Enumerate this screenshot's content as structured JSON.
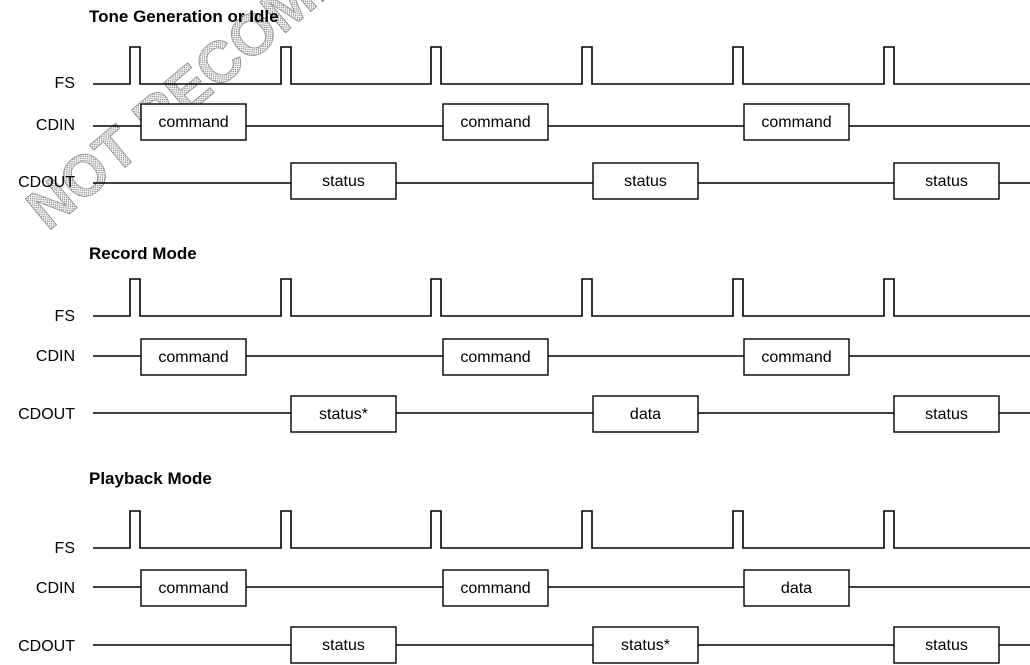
{
  "watermark": "NOT RECOMMENDED",
  "sections": [
    {
      "title": "Tone Generation or Idle",
      "signals": {
        "fs": {
          "label": "FS"
        },
        "cdin": {
          "label": "CDIN",
          "boxes": [
            "command",
            "command",
            "command"
          ]
        },
        "cdout": {
          "label": "CDOUT",
          "boxes": [
            "status",
            "status",
            "status"
          ]
        }
      }
    },
    {
      "title": "Record Mode",
      "signals": {
        "fs": {
          "label": "FS"
        },
        "cdin": {
          "label": "CDIN",
          "boxes": [
            "command",
            "command",
            "command"
          ]
        },
        "cdout": {
          "label": "CDOUT",
          "boxes": [
            "status*",
            "data",
            "status"
          ]
        }
      }
    },
    {
      "title": "Playback Mode",
      "signals": {
        "fs": {
          "label": "FS"
        },
        "cdin": {
          "label": "CDIN",
          "boxes": [
            "command",
            "command",
            "data"
          ]
        },
        "cdout": {
          "label": "CDOUT",
          "boxes": [
            "status",
            "status*",
            "status"
          ]
        }
      }
    }
  ]
}
